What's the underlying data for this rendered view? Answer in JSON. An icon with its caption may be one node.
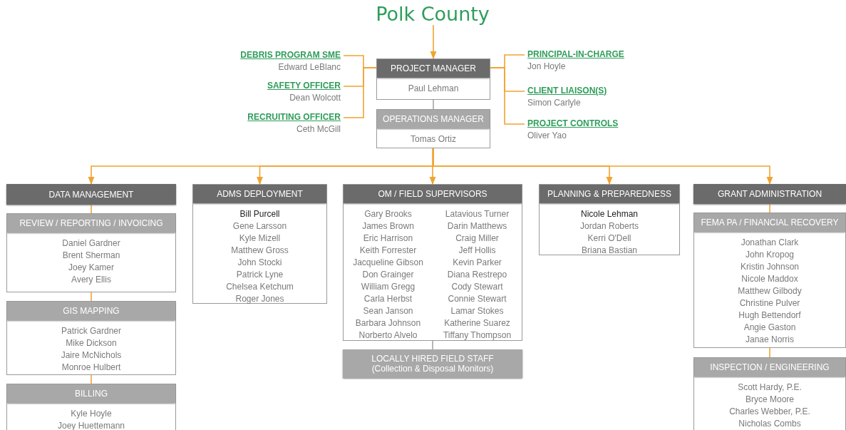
{
  "diagram": {
    "nodes": [
      {
        "text": [
          "Polk County"
        ]
      },
      {
        "text": [
          "PROJECT MANAGER",
          "Paul Lehman"
        ]
      },
      {
        "text": [
          "OPERATIONS MANAGER",
          "Tomas Ortiz"
        ]
      },
      {
        "text": [
          "DEBRIS PROGRAM SME",
          "Edward LeBlanc"
        ]
      },
      {
        "text": [
          "SAFETY OFFICER",
          "Dean Wolcott"
        ]
      },
      {
        "text": [
          "RECRUITING OFFICER",
          "Ceth McGill"
        ]
      },
      {
        "text": [
          "PRINCIPAL-IN-CHARGE",
          "Jon Hoyle"
        ]
      },
      {
        "text": [
          "CLIENT LIAISON(S)",
          "Simon Carlyle"
        ]
      },
      {
        "text": [
          "PROJECT CONTROLS",
          "Oliver Yao"
        ]
      },
      {
        "text": [
          "DATA MANAGEMENT"
        ]
      },
      {
        "text": [
          "REVIEW / REPORTING / INVOICING",
          "Daniel Gardner",
          "Brent Sherman",
          "Joey Kamer",
          "Avery Ellis"
        ]
      },
      {
        "text": [
          "GIS MAPPING",
          "Patrick Gardner",
          "Mike Dickson",
          "Jaire McNichols",
          "Monroe Hulbert"
        ]
      },
      {
        "text": [
          "BILLING",
          "Kyle Hoyle",
          "Joey Huettemann"
        ]
      },
      {
        "text": [
          "ADMS DEPLOYMENT",
          "Bill Purcell",
          "Gene Larsson",
          "Kyle Mizell",
          "Matthew Gross",
          "John Stocki",
          "Patrick Lyne",
          "Chelsea Ketchum",
          "Roger Jones"
        ]
      },
      {
        "text": [
          "OM / FIELD SUPERVISORS",
          "Gary Brooks",
          "James Brown",
          "Eric Harrison",
          "Keith Forrester",
          "Jacqueline Gibson",
          "Don Grainger",
          "William Gregg",
          "Carla Herbst",
          "Sean Janson",
          "Barbara Johnson",
          "Norberto Alvelo",
          "Latavious Turner",
          "Darin Matthews",
          "Craig Miller",
          "Jeff Hollis",
          "Kevin Parker",
          "Diana Restrepo",
          "Cody Stewart",
          "Connie Stewart",
          "Lamar Stokes",
          "Katherine Suarez",
          "Tiffany Thompson"
        ]
      },
      {
        "text": [
          "LOCALLY HIRED FIELD STAFF",
          "(Collection & Disposal Monitors)"
        ]
      },
      {
        "text": [
          "PLANNING & PREPAREDNESS",
          "Nicole Lehman",
          "Jordan Roberts",
          "Kerri O'Dell",
          "Briana Bastian"
        ]
      },
      {
        "text": [
          "GRANT ADMINISTRATION"
        ]
      },
      {
        "text": [
          "FEMA PA / FINANCIAL RECOVERY",
          "Jonathan Clark",
          "John Kropog",
          "Kristin Johnson",
          "Nicole Maddox",
          "Matthew Gilbody",
          "Christine Pulver",
          "Hugh Bettendorf",
          "Angie Gaston",
          "Janae Norris"
        ]
      },
      {
        "text": [
          "INSPECTION / ENGINEERING",
          "Scott Hardy, P.E.",
          "Bryce Moore",
          "Charles Webber, P.E.",
          "Nicholas Combs"
        ]
      }
    ],
    "edges": [
      {
        "from": 0,
        "to": 1,
        "arrow": "to"
      },
      {
        "from": 1,
        "to": 2,
        "arrow": "none",
        "color": "#a6a6a6"
      },
      {
        "from": 1,
        "to": 3,
        "arrow": "none"
      },
      {
        "from": 1,
        "to": 4,
        "arrow": "none"
      },
      {
        "from": 1,
        "to": 5,
        "arrow": "none"
      },
      {
        "from": 1,
        "to": 6,
        "arrow": "none"
      },
      {
        "from": 1,
        "to": 7,
        "arrow": "none"
      },
      {
        "from": 1,
        "to": 8,
        "arrow": "none"
      },
      {
        "from": 2,
        "to": 9,
        "arrow": "to"
      },
      {
        "from": 2,
        "to": 13,
        "arrow": "to"
      },
      {
        "from": 2,
        "to": 14,
        "arrow": "to"
      },
      {
        "from": 2,
        "to": 16,
        "arrow": "to"
      },
      {
        "from": 2,
        "to": 17,
        "arrow": "to"
      },
      {
        "from": 9,
        "to": 10,
        "arrow": "none"
      },
      {
        "from": 10,
        "to": 11,
        "arrow": "none"
      },
      {
        "from": 11,
        "to": 12,
        "arrow": "none"
      },
      {
        "from": 14,
        "to": 15,
        "arrow": "none",
        "color": "#a6a6a6"
      },
      {
        "from": 17,
        "to": 18,
        "arrow": "none"
      },
      {
        "from": 18,
        "to": 19,
        "arrow": "none"
      }
    ]
  }
}
